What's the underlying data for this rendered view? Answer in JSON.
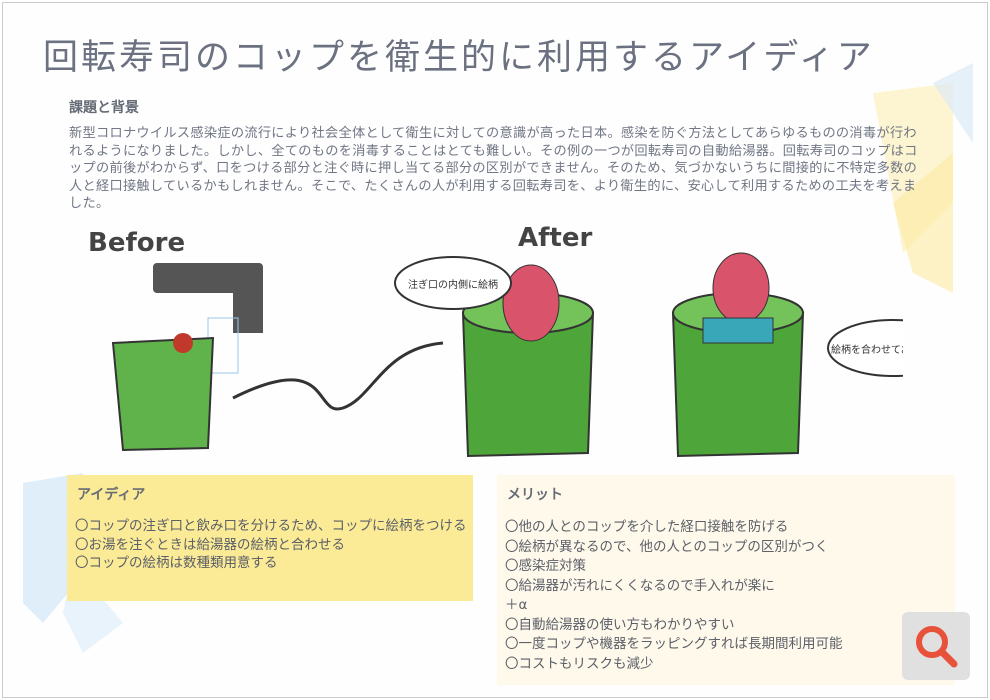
{
  "title": "回転寿司のコップを衛生的に利用するアイディア",
  "background": {
    "heading": "課題と背景",
    "text": "新型コロナウイルス感染症の流行により社会全体として衛生に対しての意識が高った日本。感染を防ぐ方法としてあらゆるものの消毒が行われるようになりました。しかし、全てのものを消毒することはとても難しい。その例の一つが回転寿司の自動給湯器。回転寿司のコップはコップの前後がわからず、口をつける部分と注ぐ時に押し当てる部分の区別ができません。そのため、気づかないうちに間接的に不特定多数の人と経口接触しているかもしれません。そこで、たくさんの人が利用する回転寿司を、より衛生的に、安心して利用するための工夫を考えました。"
  },
  "illustration": {
    "before_label": "Before",
    "after_label": "After",
    "bubble1": "注ぎ口の内側に絵柄",
    "bubble2": "絵柄を合わせてお湯を出す"
  },
  "idea": {
    "heading": "アイディア",
    "items": [
      "〇コップの注ぎ口と飲み口を分けるため、コップに絵柄をつける",
      "〇お湯を注ぐときは給湯器の絵柄と合わせる",
      "〇コップの絵柄は数種類用意する"
    ]
  },
  "merit": {
    "heading": "メリット",
    "items": [
      "〇他の人とのコップを介した経口接触を防げる",
      "〇絵柄が異なるので、他の人とのコップの区別がつく",
      "〇感染症対策",
      "〇給湯器が汚れにくくなるので手入れが楽に",
      "＋α",
      "〇自動給湯器の使い方もわかりやすい",
      "〇一度コップや機器をラッピングすれば長期間利用可能",
      "〇コストもリスクも減少"
    ]
  },
  "colors": {
    "title": "#6b7180",
    "idea_bg": "#fbeb97",
    "zoom_icon": "#e8513a"
  }
}
